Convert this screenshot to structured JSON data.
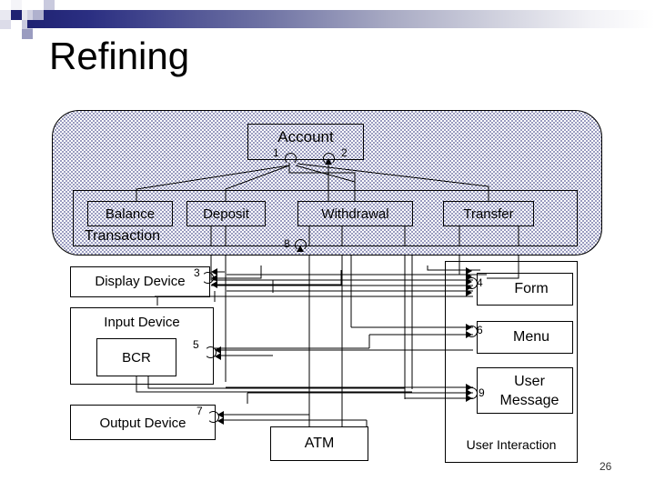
{
  "slide": {
    "title": "Refining",
    "page_number": "26"
  },
  "decoration": {
    "gradient_start_color": "#1f2272",
    "gradient_end_color": "#ffffff",
    "square_colors": [
      "#1f2272",
      "#9a9cc0",
      "#c9cade",
      "#e4e4ee",
      "#ffffff"
    ]
  },
  "diagram": {
    "package": {
      "name": "Account",
      "fill_pattern": "checkerboard",
      "pattern_color": "#9a9cc0"
    },
    "subsystem": {
      "name": "Transaction"
    },
    "components": [
      {
        "id": "account",
        "label": "Account"
      },
      {
        "id": "balance",
        "label": "Balance"
      },
      {
        "id": "deposit",
        "label": "Deposit"
      },
      {
        "id": "withdrawal",
        "label": "Withdrawal"
      },
      {
        "id": "transfer",
        "label": "Transfer"
      },
      {
        "id": "display",
        "label": "Display Device"
      },
      {
        "id": "input",
        "label": "Input Device"
      },
      {
        "id": "bcr",
        "label": "BCR"
      },
      {
        "id": "output",
        "label": "Output Device"
      },
      {
        "id": "form",
        "label": "Form"
      },
      {
        "id": "menu",
        "label": "Menu"
      },
      {
        "id": "usermessage",
        "label": "User Message"
      },
      {
        "id": "atm",
        "label": "ATM"
      },
      {
        "id": "userinter",
        "label": "User Interaction"
      }
    ],
    "interfaces": [
      {
        "number": "1",
        "owner": "Account"
      },
      {
        "number": "2",
        "owner": "Account"
      },
      {
        "number": "3",
        "owner": "Display Device"
      },
      {
        "number": "4",
        "owner": "Form"
      },
      {
        "number": "5",
        "owner": "Input Device"
      },
      {
        "number": "6",
        "owner": "Menu"
      },
      {
        "number": "7",
        "owner": "Output Device"
      },
      {
        "number": "8",
        "owner": "Transaction"
      },
      {
        "number": "9",
        "owner": "User Message"
      }
    ]
  }
}
